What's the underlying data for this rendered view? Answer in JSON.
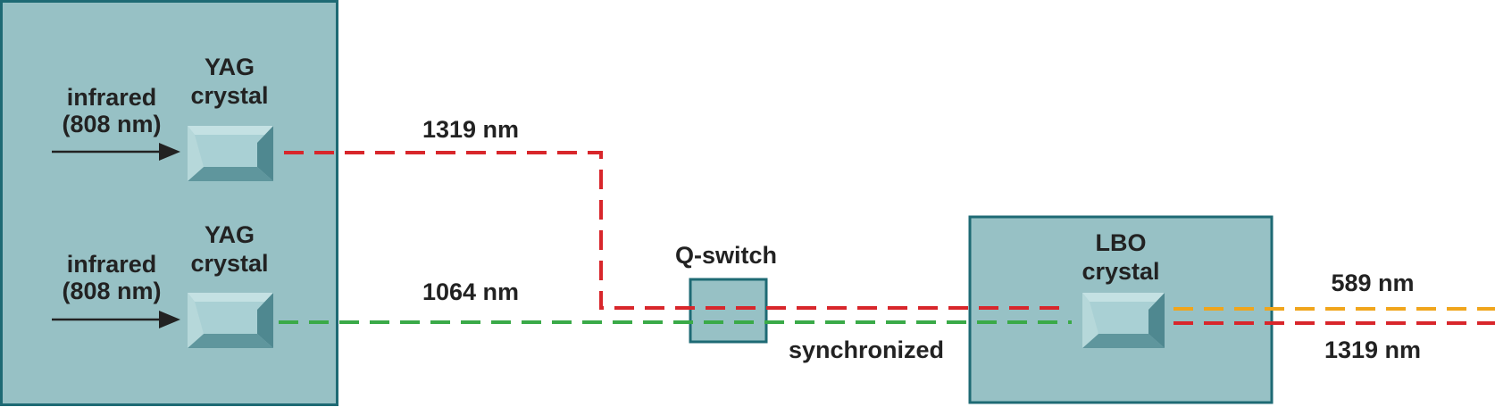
{
  "labels": {
    "pump_top_line1": "infrared",
    "pump_top_line2": "(808 nm)",
    "pump_bottom_line1": "infrared",
    "pump_bottom_line2": "(808 nm)",
    "yag_top_line1": "YAG",
    "yag_top_line2": "crystal",
    "yag_bottom_line1": "YAG",
    "yag_bottom_line2": "crystal",
    "beam_1319": "1319 nm",
    "beam_1064": "1064 nm",
    "qswitch": "Q-switch",
    "synchronized": "synchronized",
    "lbo_line1": "LBO",
    "lbo_line2": "crystal",
    "output_589": "589 nm",
    "output_1319": "1319 nm"
  },
  "colors": {
    "box_fill": "#97c1c5",
    "box_border": "#1e6a74",
    "beam_1319": "#d8262b",
    "beam_1064": "#3aaa48",
    "beam_589": "#f0a51c",
    "text": "#222222"
  }
}
